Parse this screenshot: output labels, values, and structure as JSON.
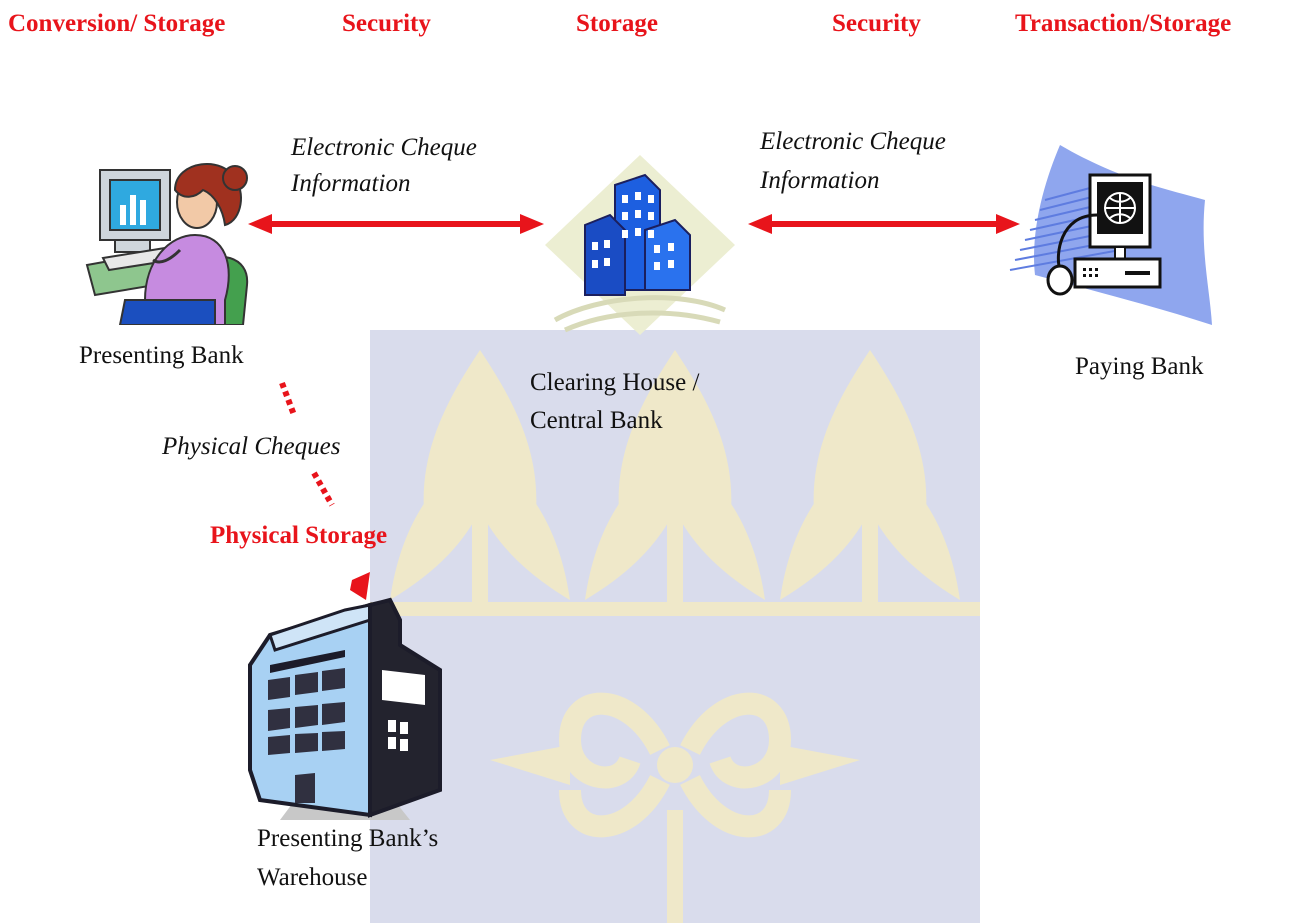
{
  "headers": {
    "conversion_storage": "Conversion/ Storage",
    "security_left": "Security",
    "storage": "Storage",
    "security_right": "Security",
    "transaction_storage": "Transaction/Storage"
  },
  "nodes": {
    "presenting_bank": "Presenting Bank",
    "clearing_house_line1": "Clearing House /",
    "clearing_house_line2": "Central Bank",
    "paying_bank": "Paying Bank",
    "warehouse_line1": "Presenting Bank’s",
    "warehouse_line2": "Warehouse"
  },
  "edges": {
    "left_line1": "Electronic Cheque",
    "left_line2": "Information",
    "right_line1": "Electronic Cheque",
    "right_line2": "Information",
    "physical_cheques": "Physical Cheques",
    "physical_storage": "Physical Storage"
  },
  "colors": {
    "accent_red": "#e8141b",
    "watermark_blue": "#d9dcec",
    "watermark_cream": "#efe8c9"
  },
  "icons": {
    "presenting_bank": "woman-at-computer-icon",
    "clearing_house": "office-buildings-icon",
    "paying_bank": "network-computer-icon",
    "warehouse": "warehouse-building-icon"
  }
}
